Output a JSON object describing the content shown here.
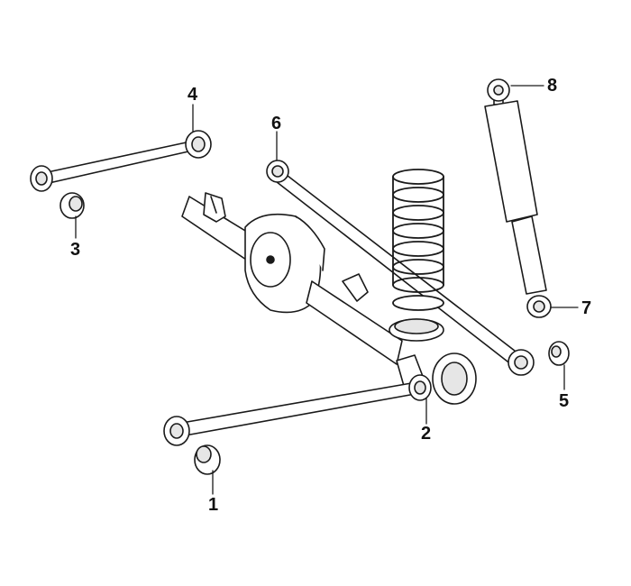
{
  "callouts": [
    {
      "id": "1",
      "label": "1",
      "part": "bushing"
    },
    {
      "id": "2",
      "label": "2",
      "part": "lower-arm-axle-bushing"
    },
    {
      "id": "3",
      "label": "3",
      "part": "bushing"
    },
    {
      "id": "4",
      "label": "4",
      "part": "upper-arm-bushing"
    },
    {
      "id": "5",
      "label": "5",
      "part": "bushing"
    },
    {
      "id": "6",
      "label": "6",
      "part": "lateral-rod-bushing"
    },
    {
      "id": "7",
      "label": "7",
      "part": "shock-lower-bushing"
    },
    {
      "id": "8",
      "label": "8",
      "part": "shock-upper-bushing"
    }
  ],
  "colors": {
    "line": "#1a1a1a",
    "fill": "#ffffff",
    "shade": "#e6e6e6",
    "text": "#111111"
  }
}
